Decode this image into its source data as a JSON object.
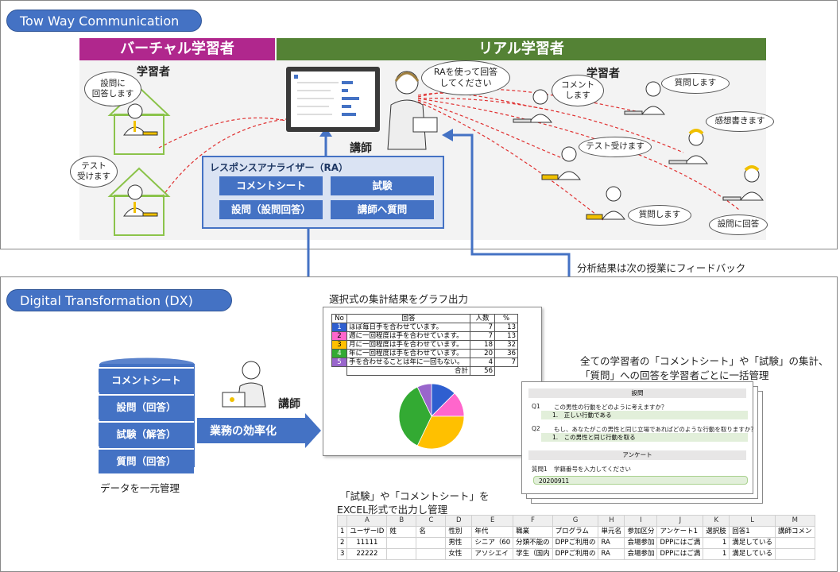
{
  "sections": {
    "tow_way": "Tow Way Communication",
    "dx": "Digital Transformation (DX)"
  },
  "bands": {
    "virtual": "バーチャル学習者",
    "real": "リアル学習者"
  },
  "labels": {
    "learner_left": "学習者",
    "learner_right": "学習者",
    "instructor_top": "講師",
    "instructor_bottom": "講師",
    "feedback": "分析結果は次の授業にフィードバック",
    "graph_output": "選択式の集計結果をグラフ出力",
    "all_learners_line1": "全ての学習者の「コメントシート」や「試験」の集計、",
    "all_learners_line2": "「質問」への回答を学習者ごとに一括管理",
    "unified": "データを一元管理",
    "excel_line1": "「試験」や「コメントシート」を",
    "excel_line2": "EXCEL形式で出力し管理",
    "efficiency": "業務の効率化"
  },
  "bubbles": {
    "answer_q": "設問に\n回答します",
    "take_test_left": "テスト\n受けます",
    "use_ra": "RAを使って回答\nしてください",
    "comment": "コメント\nします",
    "question1": "質問します",
    "impression": "感想書きます",
    "take_test_right": "テスト受けます",
    "question2": "質問します",
    "answer_right": "設問に回答"
  },
  "ra": {
    "title": "レスポンスアナライザー（RA）",
    "buttons": [
      "コメントシート",
      "試験",
      "設問（設問回答）",
      "講師へ質問"
    ]
  },
  "stack": [
    "コメントシート",
    "設問（回答）",
    "試験（解答）",
    "質問（回答）"
  ],
  "summary": {
    "headers": [
      "No",
      "回答",
      "人数",
      "%"
    ],
    "rows": [
      {
        "no": "1",
        "answer": "ほぼ毎日手を合わせています。",
        "count": "7",
        "pct": "13",
        "color": "#2f5fd0"
      },
      {
        "no": "2",
        "answer": "週に一回程度は手を合わせています。",
        "count": "7",
        "pct": "13",
        "color": "#ff66cc"
      },
      {
        "no": "3",
        "answer": "月に一回程度は手を合わせています。",
        "count": "18",
        "pct": "32",
        "color": "#ffc000"
      },
      {
        "no": "4",
        "answer": "年に一回程度は手を合わせています。",
        "count": "20",
        "pct": "36",
        "color": "#33aa33"
      },
      {
        "no": "5",
        "answer": "手を合わせることは年に一回もない。",
        "count": "4",
        "pct": "7",
        "color": "#9966cc"
      }
    ],
    "total_label": "合計",
    "total": "56"
  },
  "chart_data": {
    "type": "pie",
    "categories": [
      "ほぼ毎日手を合わせています。",
      "週に一回程度は手を合わせています。",
      "月に一回程度は手を合わせています。",
      "年に一回程度は手を合わせています。",
      "手を合わせることは年に一回もない。"
    ],
    "values": [
      7,
      7,
      18,
      20,
      4
    ],
    "colors": [
      "#2f5fd0",
      "#ff66cc",
      "#ffc000",
      "#33aa33",
      "#9966cc"
    ],
    "title": "",
    "legend": "none"
  },
  "survey": {
    "section1": "設問",
    "q1_no": "Q1",
    "q1": "この男性の行動をどのように考えますか？",
    "a1": "1.　正しい行動である",
    "q2_no": "Q2",
    "q2": "もし、あなたがこの男性と同じ立場であればどのような行動を取りますか？",
    "a2": "1.　この男性と同じ行動を取る",
    "section2": "アンケート",
    "q3_no": "質問1",
    "q3": "学籍番号を入力してください",
    "a3": "20200911"
  },
  "excel": {
    "columns": [
      "",
      "A",
      "B",
      "C",
      "D",
      "E",
      "F",
      "G",
      "H",
      "I",
      "J",
      "K",
      "L",
      "M"
    ],
    "rows": [
      [
        "1",
        "ユーザーID",
        "姓",
        "名",
        "性別",
        "年代",
        "職業",
        "プログラム",
        "単元名",
        "参加区分",
        "アンケート1",
        "選択肢",
        "回答1",
        "講師コメン"
      ],
      [
        "2",
        "11111",
        "",
        "",
        "男性",
        "シニア（60",
        "分類不能の",
        "DPPご利用の",
        "RA",
        "会場参加",
        "DPPにはご満",
        "1",
        "満足している",
        ""
      ],
      [
        "3",
        "22222",
        "",
        "",
        "女性",
        "アソシエイ",
        "学生（国内",
        "DPPご利用の",
        "RA",
        "会場参加",
        "DPPにはご満",
        "1",
        "満足している",
        ""
      ]
    ]
  },
  "colors": {
    "primary_blue": "#4472c4",
    "virtual_magenta": "#b0278d",
    "real_green": "#548235",
    "connector_red": "#e03030"
  }
}
